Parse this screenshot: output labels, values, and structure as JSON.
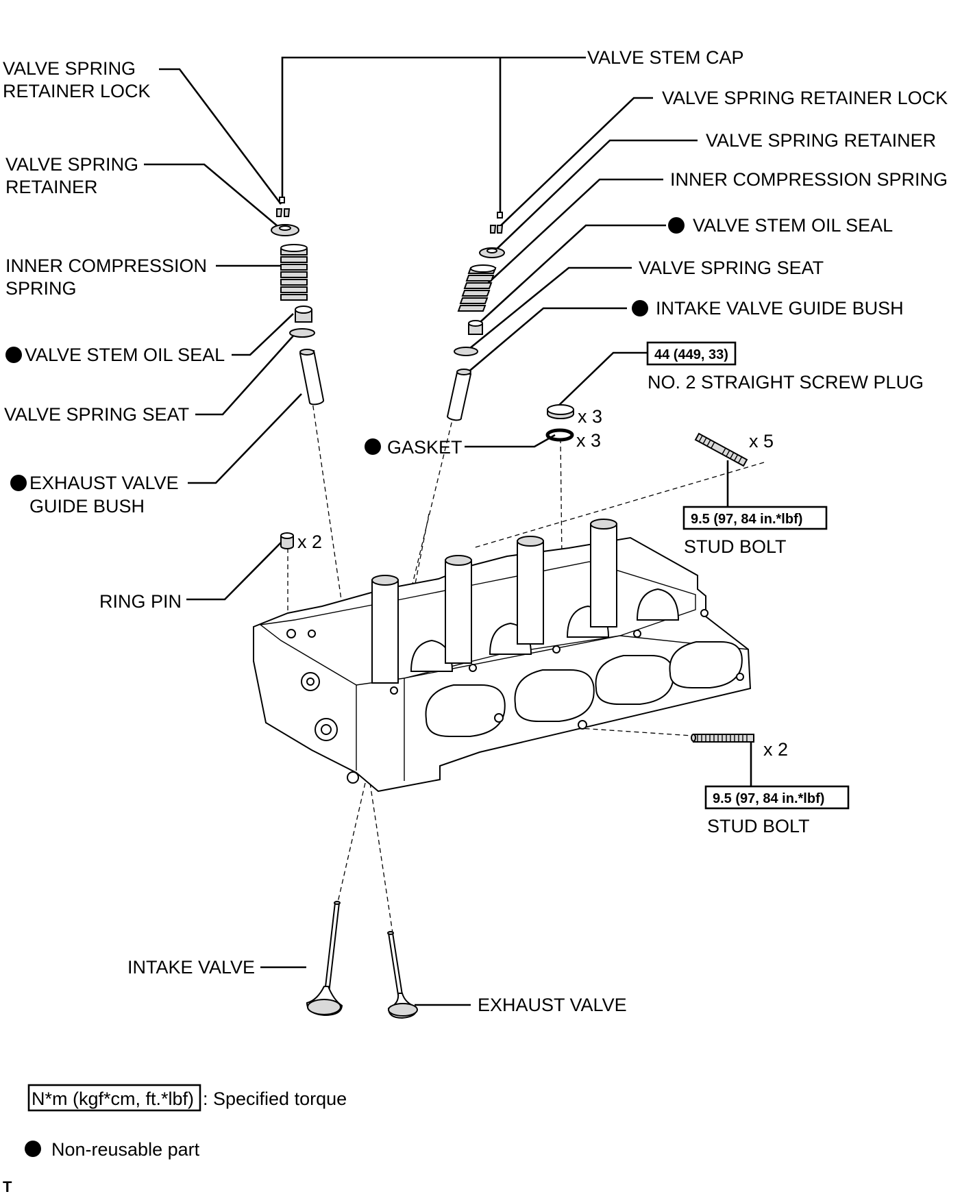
{
  "labels": {
    "valve_stem_cap": "VALVE STEM CAP",
    "left_retainer_lock_1": "VALVE SPRING",
    "left_retainer_lock_2": "RETAINER LOCK",
    "left_retainer_1": "VALVE SPRING",
    "left_retainer_2": "RETAINER",
    "left_inner_spring_1": "INNER COMPRESSION",
    "left_inner_spring_2": "SPRING",
    "left_oil_seal": "VALVE STEM OIL SEAL",
    "left_spring_seat": "VALVE SPRING SEAT",
    "exhaust_guide_1": "EXHAUST VALVE",
    "exhaust_guide_2": "GUIDE BUSH",
    "right_retainer_lock": "VALVE SPRING RETAINER LOCK",
    "right_retainer": "VALVE SPRING RETAINER",
    "right_inner_spring": "INNER COMPRESSION SPRING",
    "right_oil_seal": "VALVE STEM OIL SEAL",
    "right_spring_seat": "VALVE SPRING SEAT",
    "intake_guide": "INTAKE VALVE GUIDE BUSH",
    "screw_plug": "NO. 2 STRAIGHT SCREW PLUG",
    "gasket": "GASKET",
    "stud_bolt_upper": "STUD BOLT",
    "stud_bolt_lower": "STUD BOLT",
    "ring_pin": "RING PIN",
    "intake_valve": "INTAKE VALVE",
    "exhaust_valve": "EXHAUST VALVE"
  },
  "quantities": {
    "plug": "x 3",
    "gasket": "x 3",
    "stud_upper": "x 5",
    "ring_pin": "x 2",
    "stud_lower": "x 2"
  },
  "torques": {
    "screw_plug": "44 (449, 33)",
    "stud_bolt_upper": "9.5 (97, 84 in.*lbf)",
    "stud_bolt_lower": "9.5 (97, 84 in.*lbf)"
  },
  "legend": {
    "torque_unit": "N*m (kgf*cm, ft.*lbf)",
    "torque_desc": ": Specified torque",
    "non_reusable": "Non-reusable part"
  },
  "corner_mark": "T",
  "colors": {
    "ink": "#000000",
    "paper": "#ffffff"
  }
}
